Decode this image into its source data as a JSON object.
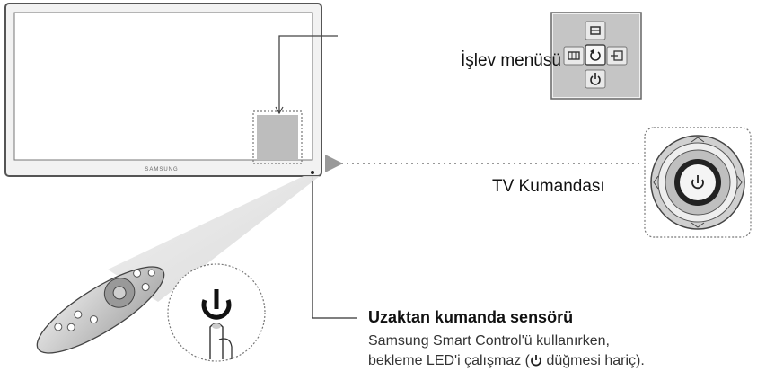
{
  "labels": {
    "function_menu": "İşlev menüsü",
    "tv_remote": "TV Kumandası",
    "sensor_title": "Uzaktan kumanda sensörü",
    "sensor_desc_line1": "Samsung Smart Control'ü kullanırken,",
    "sensor_desc_line2_before": "bekleme LED'i çalışmaz (",
    "sensor_desc_line2_after": " düğmesi hariç)."
  },
  "tv": {
    "brand": "SAMSUNG"
  },
  "icons": [
    "power-icon",
    "return-icon",
    "source-icon",
    "menu-icon",
    "smart-hub-icon"
  ]
}
